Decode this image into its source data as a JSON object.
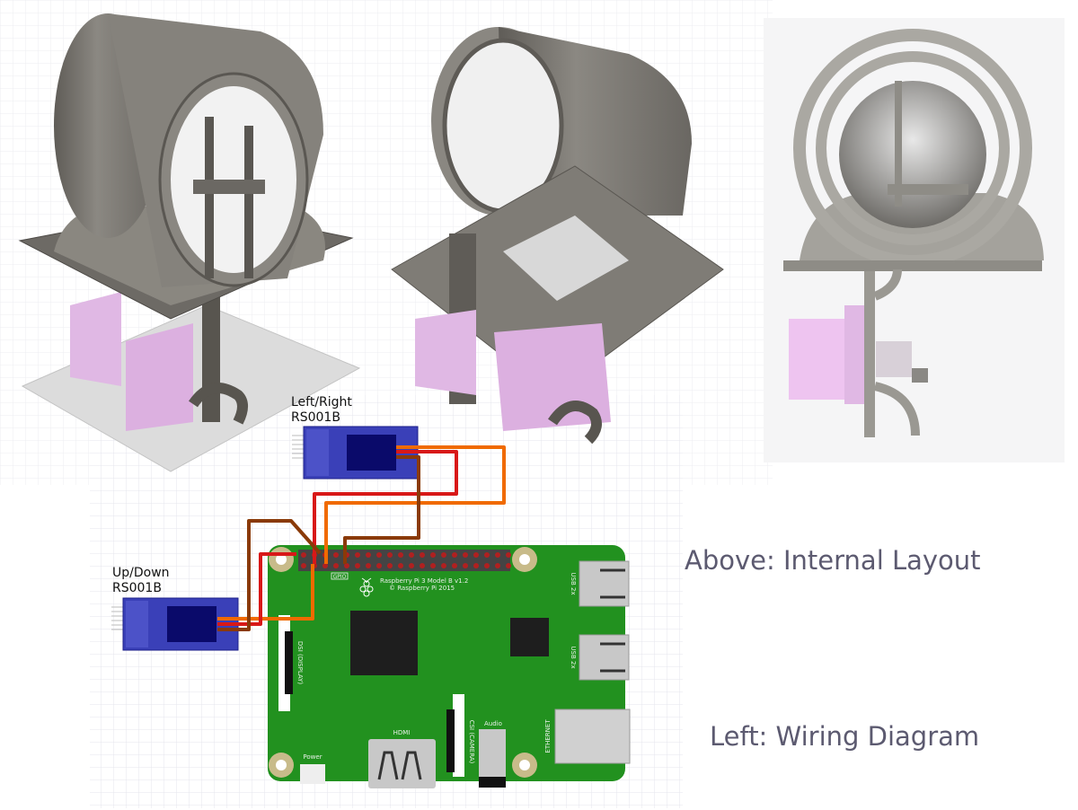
{
  "captions": {
    "above": "Above: Internal Layout",
    "left": "Left: Wiring Diagram"
  },
  "servos": [
    {
      "name": "Left/Right",
      "model": "RS001B"
    },
    {
      "name": "Up/Down",
      "model": "RS001B"
    }
  ],
  "board": {
    "title": "Raspberry Pi 3 Model B v1.2",
    "copyright": "© Raspberry Pi 2015",
    "gpio": "GPIO",
    "usb1": "USB 2x",
    "usb2": "USB 2x",
    "ethernet": "ETHERNET",
    "dsi": "DSI (DISPLAY)",
    "csi": "CSI (CAMERA)",
    "hdmi": "HDMI",
    "audio": "Audio",
    "power": "Power"
  },
  "colors": {
    "board": "#22911f",
    "servo": "#2b32b0",
    "wire_orange": "#f06a00",
    "wire_red": "#d81818",
    "wire_brown": "#8a3a08",
    "cad_body": "#7b7872",
    "cad_servo": "#e0b8e4"
  }
}
